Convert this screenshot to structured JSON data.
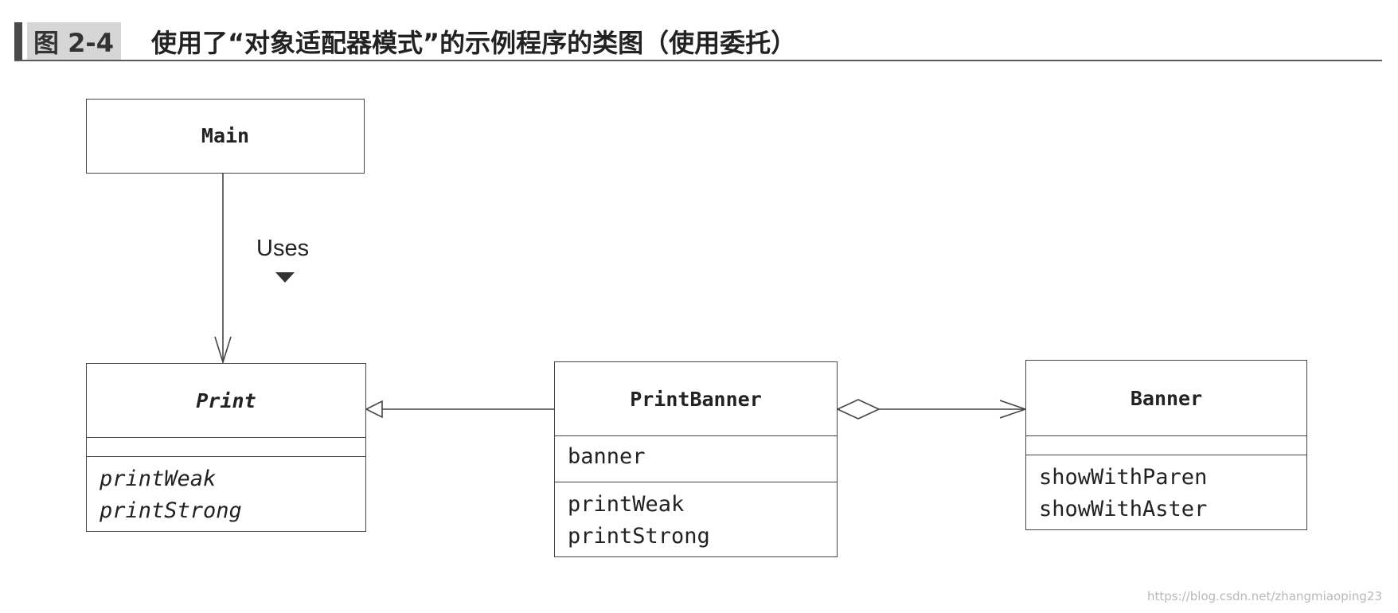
{
  "figure": {
    "label": "图 2-4",
    "title": "使用了“对象适配器模式”的示例程序的类图（使用委托）"
  },
  "classes": {
    "main": {
      "name": "Main"
    },
    "print": {
      "name": "Print",
      "fields": [],
      "methods": [
        "printWeak",
        "printStrong"
      ]
    },
    "print_banner": {
      "name": "PrintBanner",
      "fields": [
        "banner"
      ],
      "methods": [
        "printWeak",
        "printStrong"
      ]
    },
    "banner": {
      "name": "Banner",
      "fields": [],
      "methods": [
        "showWithParen",
        "showWithAster"
      ]
    }
  },
  "relations": {
    "uses_label": "Uses"
  },
  "watermark": "https://blog.csdn.net/zhangmiaoping23"
}
